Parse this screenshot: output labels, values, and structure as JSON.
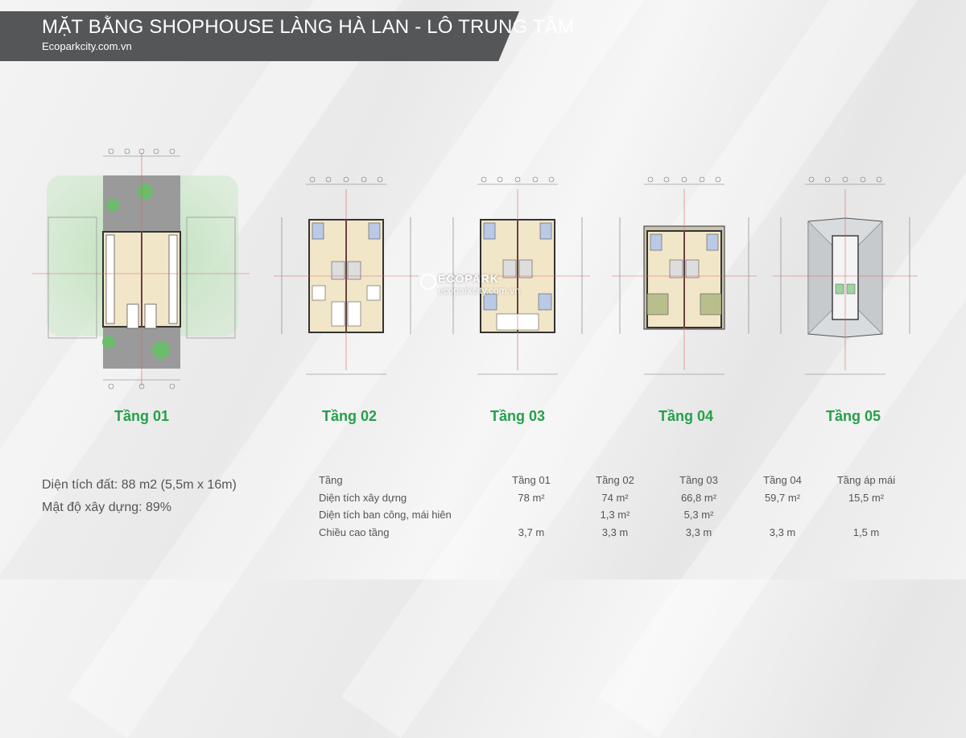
{
  "header": {
    "title": "MẶT BẰNG SHOPHOUSE LÀNG HÀ LAN - LÔ TRUNG TÂM",
    "subtitle": "Ecoparkcity.com.vn"
  },
  "floors": [
    {
      "label": "Tầng 01"
    },
    {
      "label": "Tầng 02"
    },
    {
      "label": "Tầng 03"
    },
    {
      "label": "Tầng 04"
    },
    {
      "label": "Tầng 05"
    }
  ],
  "watermark": {
    "brand": "ECOPARK",
    "site": "ecoparkcity.com.vn"
  },
  "site_info": {
    "land_area": "Diện tích đất: 88 m2 (5,5m x 16m)",
    "density": "Mật độ xây dựng: 89%"
  },
  "spec_table": {
    "header": [
      "Tầng",
      "Tầng 01",
      "Tầng 02",
      "Tầng 03",
      "Tầng 04",
      "Tầng áp mái"
    ],
    "rows": [
      [
        "Diện tích xây dựng",
        "78 m²",
        "74 m²",
        "66,8 m²",
        "59,7 m²",
        "15,5 m²"
      ],
      [
        "Diện tích ban công, mái hiên",
        "",
        "1,3 m²",
        "5,3 m²",
        "",
        ""
      ],
      [
        "Chiều cao tầng",
        "3,7 m",
        "3,3 m",
        "3,3 m",
        "3,3 m",
        "1,5 m"
      ]
    ]
  },
  "colors": {
    "banner": "#555658",
    "floor_label": "#25a04a",
    "wall": "#333333",
    "floor_fill": "#f2e6c8",
    "green_area": "#9bcf9b",
    "plaza": "#9a9a9a"
  }
}
